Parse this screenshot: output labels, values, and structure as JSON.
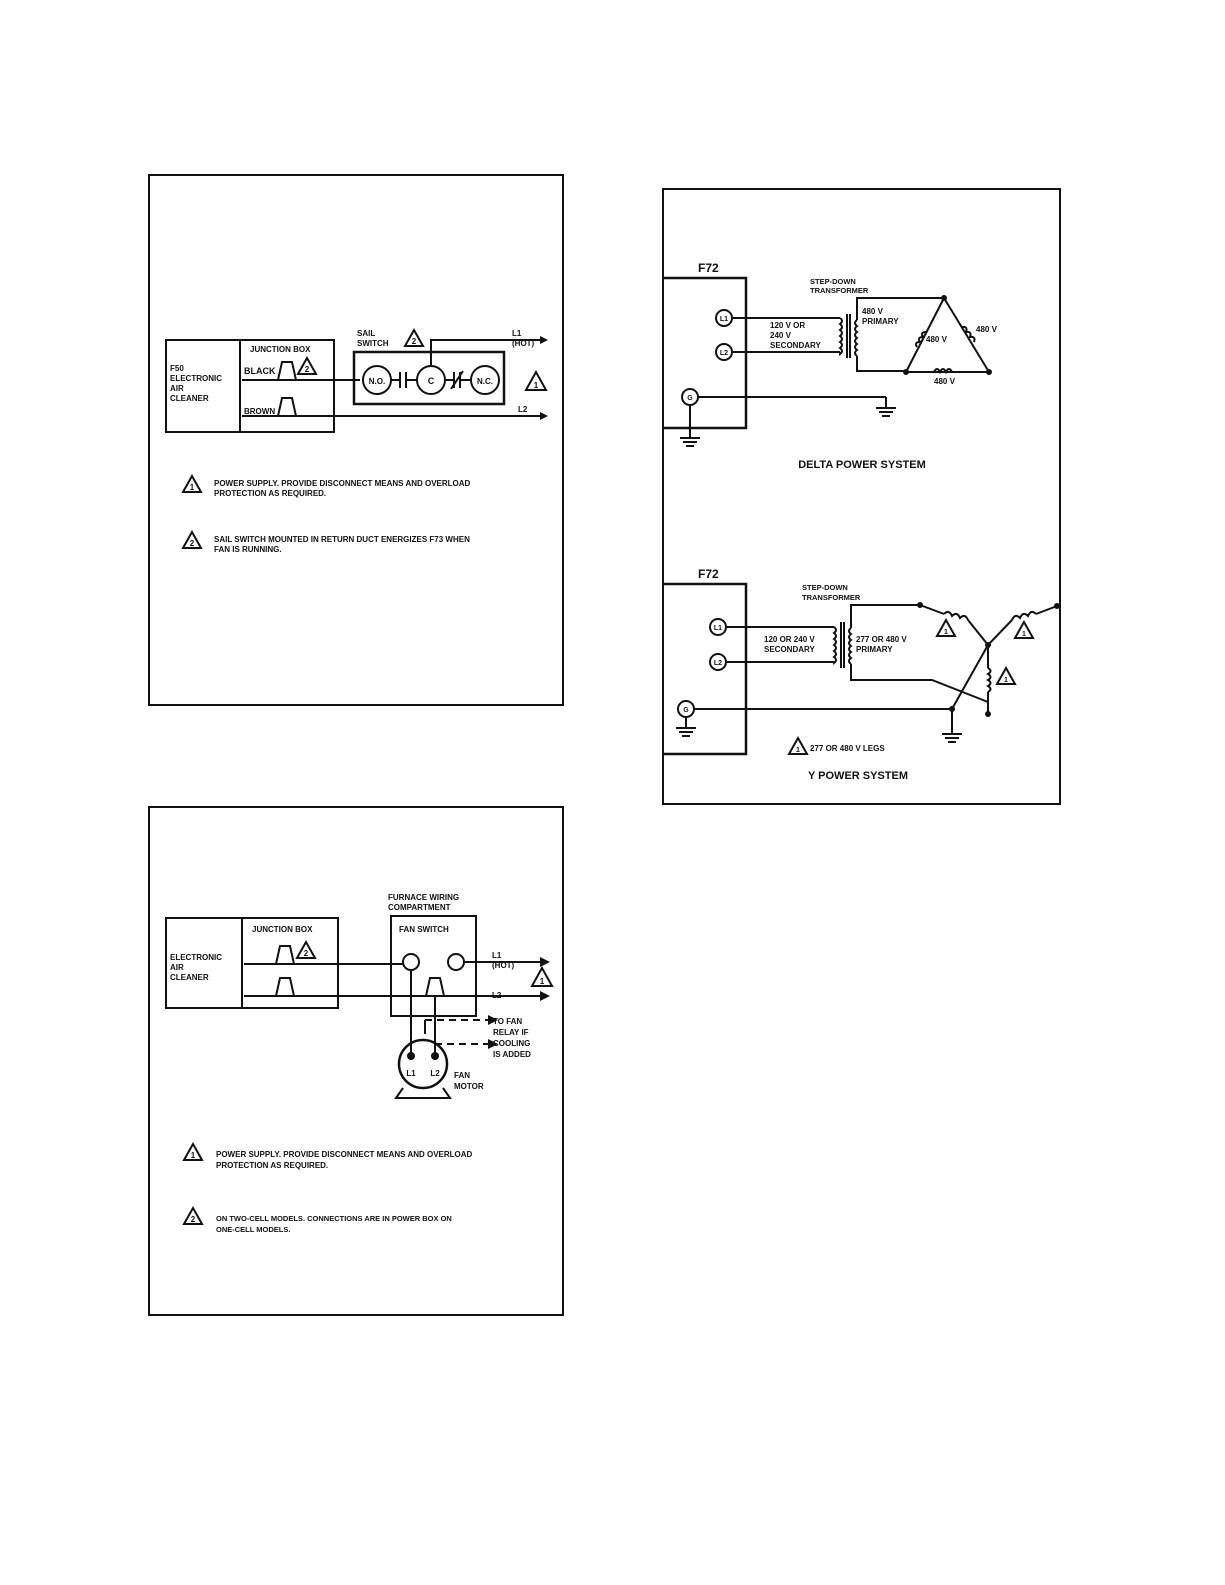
{
  "sail_diagram": {
    "cleaner_label": [
      "F50",
      "ELECTRONIC",
      "AIR",
      "CLEANER"
    ],
    "junction_box": "JUNCTION BOX",
    "black_wire": "BLACK",
    "brown_wire": "BROWN",
    "sail_switch": [
      "SAIL",
      "SWITCH"
    ],
    "no_contact": "N.O.",
    "c_contact": "C",
    "nc_contact": "N.C.",
    "l1_hot": [
      "L1",
      "(HOT)"
    ],
    "l2": "L2",
    "note_marker_1": "1",
    "note_marker_2": "2",
    "note_1": [
      "POWER SUPPLY.  PROVIDE DISCONNECT MEANS AND OVERLOAD",
      "PROTECTION AS REQUIRED."
    ],
    "note_2": [
      "SAIL SWITCH MOUNTED IN RETURN DUCT ENERGIZES F73 WHEN",
      "FAN IS RUNNING."
    ]
  },
  "fan_diagram": {
    "cleaner_label": [
      "ELECTRONIC",
      "AIR",
      "CLEANER"
    ],
    "junction_box": "JUNCTION BOX",
    "compartment": [
      "FURNACE WIRING",
      "COMPARTMENT"
    ],
    "fan_switch": "FAN SWITCH",
    "l1_hot": [
      "L1",
      "(HOT)"
    ],
    "l2": "L2",
    "to_fan_relay": [
      "TO FAN",
      "RELAY IF",
      "COOLING",
      "IS ADDED"
    ],
    "fan_motor": [
      "FAN",
      "MOTOR"
    ],
    "motor_l1": "L1",
    "motor_l2": "L2",
    "note_marker_1": "1",
    "note_marker_2": "2",
    "note_1": [
      "POWER SUPPLY.  PROVIDE DISCONNECT MEANS AND OVERLOAD",
      "PROTECTION AS REQUIRED."
    ],
    "note_2": [
      "ON TWO-CELL MODELS.  CONNECTIONS ARE IN POWER BOX ON",
      "ONE-CELL MODELS."
    ]
  },
  "power_diagram": {
    "delta": {
      "device": "F72",
      "transformer": [
        "STEP-DOWN",
        "TRANSFORMER"
      ],
      "terminal_l1": "L1",
      "terminal_l2": "L2",
      "terminal_g": "G",
      "secondary": [
        "120 V OR",
        "240 V",
        "SECONDARY"
      ],
      "primary": [
        "480 V",
        "PRIMARY"
      ],
      "leg_right": "480 V",
      "leg_inner": "480 V",
      "leg_bottom": "480 V",
      "caption": "DELTA POWER SYSTEM"
    },
    "wye": {
      "device": "F72",
      "transformer": [
        "STEP-DOWN",
        "TRANSFORMER"
      ],
      "terminal_l1": "L1",
      "terminal_l2": "L2",
      "terminal_g": "G",
      "secondary": [
        "120 OR 240 V",
        "SECONDARY"
      ],
      "primary": [
        "277 OR 480 V",
        "PRIMARY"
      ],
      "leg_marker": "1",
      "legend": "277 OR 480 V  LEGS",
      "caption": "Y POWER SYSTEM"
    }
  }
}
